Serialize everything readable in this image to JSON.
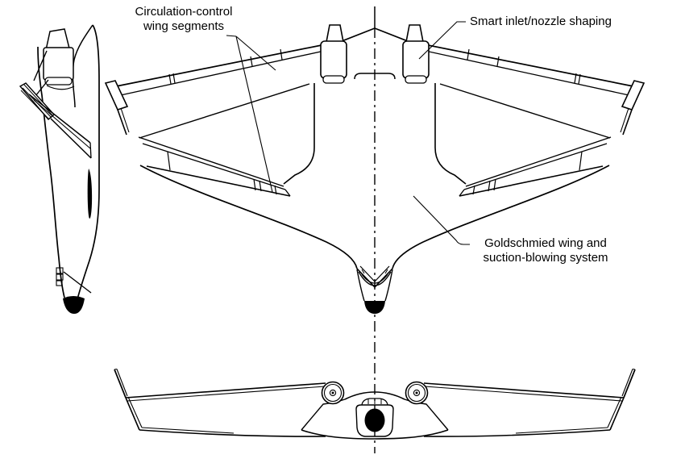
{
  "figure": {
    "annotations": {
      "circulation_control": {
        "line1": "Circulation-control",
        "line2": "wing segments"
      },
      "smart_inlet": {
        "label": "Smart inlet/nozzle shaping"
      },
      "goldschmied": {
        "line1": "Goldschmied wing and",
        "line2": "suction-blowing system"
      }
    },
    "colors": {
      "line": "#000000",
      "background": "#ffffff",
      "fill": "#000000"
    }
  }
}
